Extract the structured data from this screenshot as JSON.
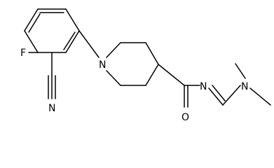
{
  "diagram": {
    "type": "skeletal-structure",
    "atom_labels": {
      "fluorine": "F",
      "nitrile_nitrogen": "N",
      "piperidine_nitrogen": "N",
      "carbonyl_oxygen": "O",
      "imine_nitrogen": "N",
      "dimethylamino_nitrogen": "N"
    },
    "colors": {
      "bond": "#000000",
      "label": "#000000",
      "background": "#ffffff"
    }
  }
}
